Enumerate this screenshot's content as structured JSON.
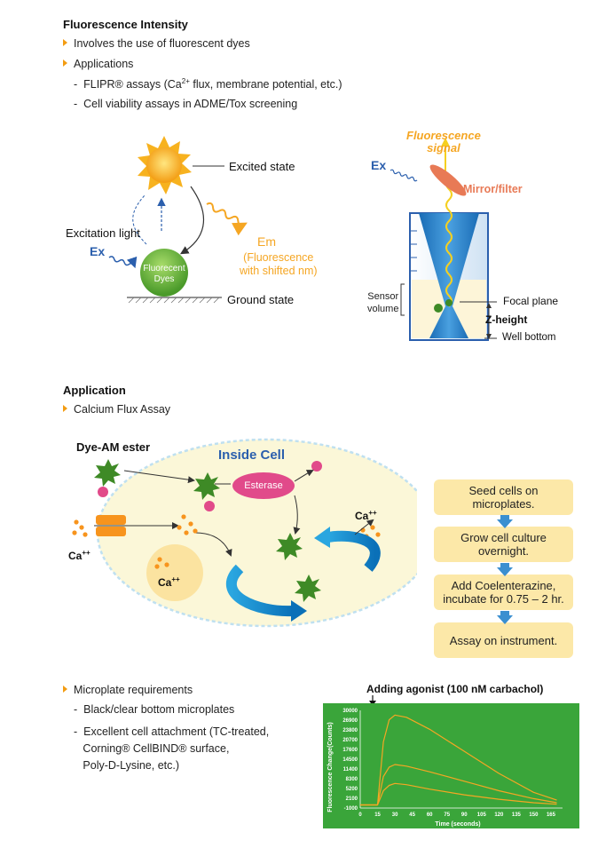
{
  "section1": {
    "title": "Fluorescence Intensity",
    "bullets": [
      "Involves the use of fluorescent dyes",
      "Applications"
    ],
    "sub_pre": "FLIPR® assays (Ca",
    "sub_sup": "2+",
    "sub_post": " flux, membrane potential, etc.)",
    "sub2": "Cell viability assays in ADME/Tox screening"
  },
  "diagram1": {
    "excited_state": "Excited state",
    "excitation_light": "Excitation light",
    "ex": "Ex",
    "em": "Em",
    "em_note_1": "(Fluorescence",
    "em_note_2": "with shifted nm)",
    "dye_1": "Fluorecent",
    "dye_2": "Dyes",
    "ground_state": "Ground state"
  },
  "diagram2": {
    "signal_1": "Fluorescence",
    "signal_2": "signal",
    "ex": "Ex",
    "mirror": "Mirror/filter",
    "sensor_1": "Sensor",
    "sensor_2": "volume",
    "focal": "Focal plane",
    "zheight": "Z-height",
    "well_bottom": "Well bottom"
  },
  "section2": {
    "title": "Application",
    "bullet": "Calcium Flux Assay"
  },
  "cell": {
    "dye_am": "Dye-AM ester",
    "inside": "Inside Cell",
    "esterase": "Esterase",
    "ca_base": "Ca",
    "ca_sup": "++"
  },
  "steps": [
    "Seed cells on microplates.",
    "Grow cell culture overnight.",
    "Add Coelenterazine, incubate for 0.75 – 2 hr.",
    "Assay on instrument."
  ],
  "section3": {
    "bullet": "Microplate requirements",
    "sub1": "Black/clear bottom microplates",
    "sub2_1": "Excellent cell attachment (TC-treated,",
    "sub2_2": "Corning® CellBIND® surface,",
    "sub2_3": "Poly-D-Lysine, etc.)"
  },
  "chart_data": {
    "type": "line",
    "title": "Adding agonist (100 nM carbachol)",
    "xlabel": "Time (seconds)",
    "ylabel": "Fluorescence Change(Counts)",
    "xticks": [
      0,
      15,
      30,
      45,
      60,
      75,
      90,
      105,
      120,
      135,
      150,
      165
    ],
    "yticks": [
      30000,
      26900,
      23800,
      20700,
      17600,
      14500,
      11400,
      8300,
      5200,
      2100,
      -1000
    ],
    "xlim": [
      0,
      175
    ],
    "ylim": [
      -1000,
      30000
    ],
    "background": "#3aa53a",
    "line_color": "#f5a623",
    "series": [
      {
        "x": [
          0,
          15,
          20,
          25,
          30,
          40,
          60,
          90,
          120,
          150,
          170
        ],
        "y": [
          0,
          0,
          20000,
          27000,
          28500,
          27800,
          24000,
          17000,
          10000,
          4000,
          1500
        ]
      },
      {
        "x": [
          0,
          15,
          20,
          25,
          30,
          40,
          60,
          90,
          120,
          150,
          170
        ],
        "y": [
          0,
          0,
          9000,
          12000,
          12800,
          12300,
          10500,
          7500,
          4500,
          2000,
          700
        ]
      },
      {
        "x": [
          0,
          15,
          20,
          25,
          30,
          40,
          60,
          90,
          120,
          150,
          170
        ],
        "y": [
          0,
          0,
          4500,
          6200,
          6800,
          6400,
          5000,
          3200,
          1800,
          700,
          200
        ]
      }
    ]
  }
}
